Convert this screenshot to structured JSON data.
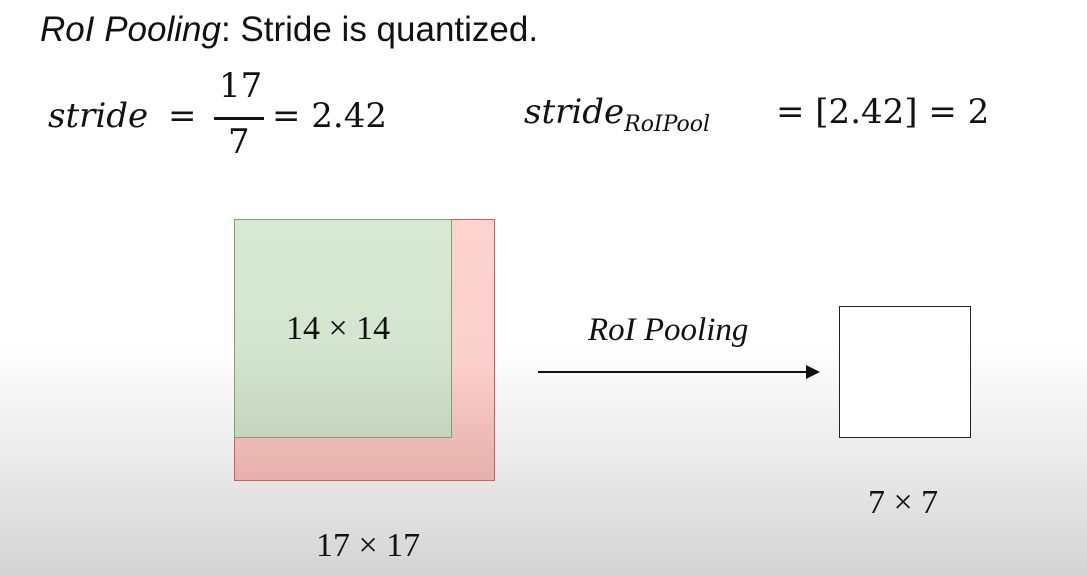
{
  "title": {
    "italic": "RoI Pooling",
    "rest": ": Stride is quantized."
  },
  "eq1": {
    "lhs": "stride",
    "eq": "=",
    "numerator": "17",
    "denominator": "7",
    "result": "= 2.42"
  },
  "eq2": {
    "lhs": "stride",
    "subscript": "RoIPool",
    "rhs": "= [2.42] = 2"
  },
  "diagram": {
    "inner_label": "14 × 14",
    "outer_label": "17 × 17",
    "arrow_label": "RoI Pooling",
    "output_label": "7 × 7",
    "colors": {
      "outer_fill": "#fbcfcb",
      "outer_border": "#c9605a",
      "inner_fill": "#d4e6d0",
      "inner_border": "#7aa66e"
    }
  }
}
